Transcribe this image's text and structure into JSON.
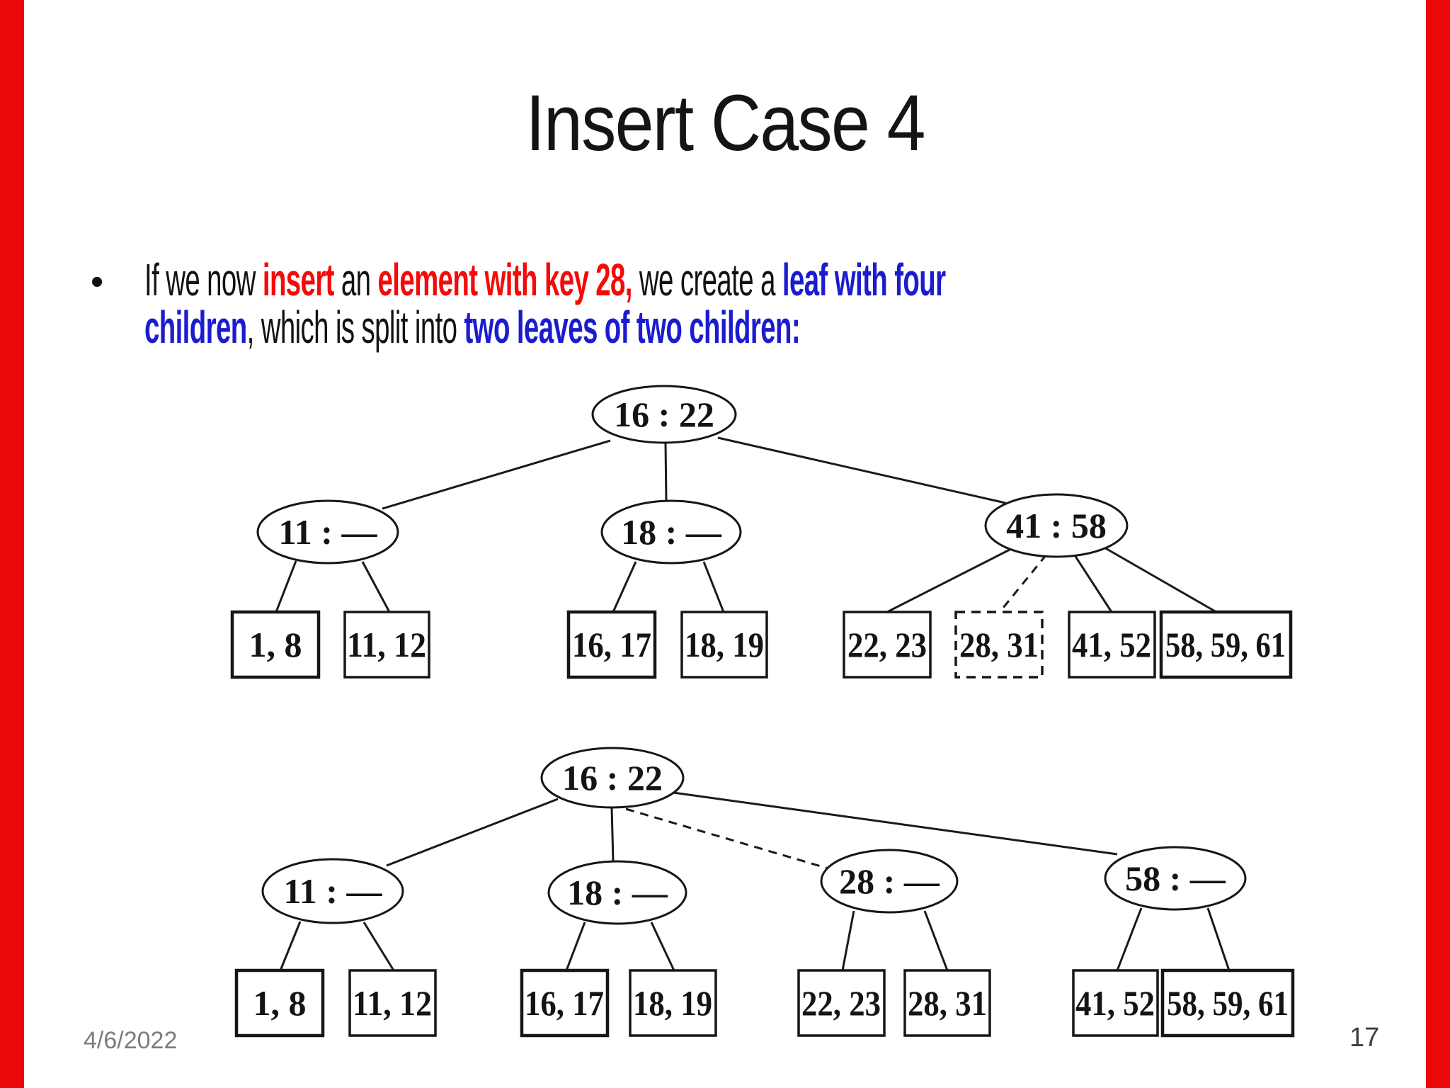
{
  "slide": {
    "title": "Insert Case 4",
    "bullet": {
      "marker": "•",
      "line1": {
        "s0": "If we now ",
        "s1": "insert",
        "s2": " an ",
        "s3": "element with key 28,",
        "s4": " we create a ",
        "s5": "leaf with four"
      },
      "line2": {
        "s0": "children",
        "s1": ", which is split into ",
        "s2": "two leaves of two children:"
      }
    },
    "footer": {
      "date": "4/6/2022",
      "page": "17"
    }
  },
  "colors": {
    "side_bar_red": "#ea0808",
    "red_text": "#f60909",
    "blue_text": "#1c1ccf",
    "ink": "#141414",
    "footer_gray": "#7c7c7c"
  },
  "diagram_top": {
    "root": "16 : 22",
    "internal": [
      "11 : —",
      "18 : —",
      "41 : 58"
    ],
    "leaves": [
      "1, 8",
      "11, 12",
      "16, 17",
      "18, 19",
      "22, 23",
      "28, 31",
      "41, 52",
      "58, 59, 61"
    ],
    "dashed_leaf": "28, 31"
  },
  "diagram_bottom": {
    "root": "16 : 22",
    "internal": [
      "11 : —",
      "18 : —",
      "28 : —",
      "58 : —"
    ],
    "leaves": [
      "1, 8",
      "11, 12",
      "16, 17",
      "18, 19",
      "22, 23",
      "28, 31",
      "41, 52",
      "58, 59, 61"
    ]
  }
}
